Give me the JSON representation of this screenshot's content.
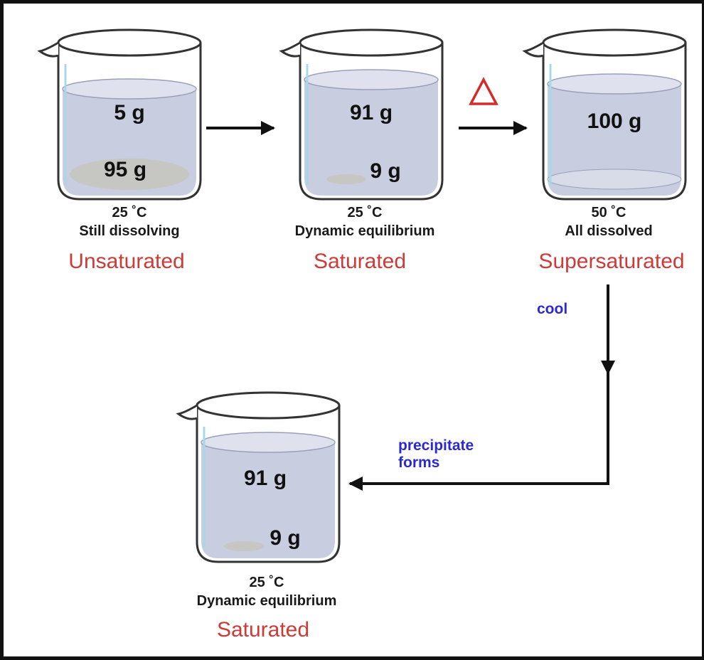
{
  "beakers": [
    {
      "dissolved": "5 g",
      "undissolved": "95 g",
      "temperature": "25 ˚C",
      "description": "Still dissolving",
      "state": "Unsaturated"
    },
    {
      "dissolved": "91 g",
      "undissolved": "9 g",
      "temperature": "25 ˚C",
      "description": "Dynamic equilibrium",
      "state": "Saturated"
    },
    {
      "dissolved": "100 g",
      "undissolved": "",
      "temperature": "50 ˚C",
      "description": "All dissolved",
      "state": "Supersaturated"
    },
    {
      "dissolved": "91 g",
      "undissolved": "9 g",
      "temperature": "25 ˚C",
      "description": "Dynamic equilibrium",
      "state": "Saturated"
    }
  ],
  "arrows": {
    "heat_symbol": "triangle-delta-icon",
    "cool_label": "cool",
    "precipitate_label_line1": "precipitate",
    "precipitate_label_line2": "forms"
  },
  "colors": {
    "state_text": "#cc3b37",
    "note_text": "#2a2ad0",
    "liquid": "#c9cde0",
    "outline": "#333333",
    "heat_symbol": "#d42b2b"
  }
}
